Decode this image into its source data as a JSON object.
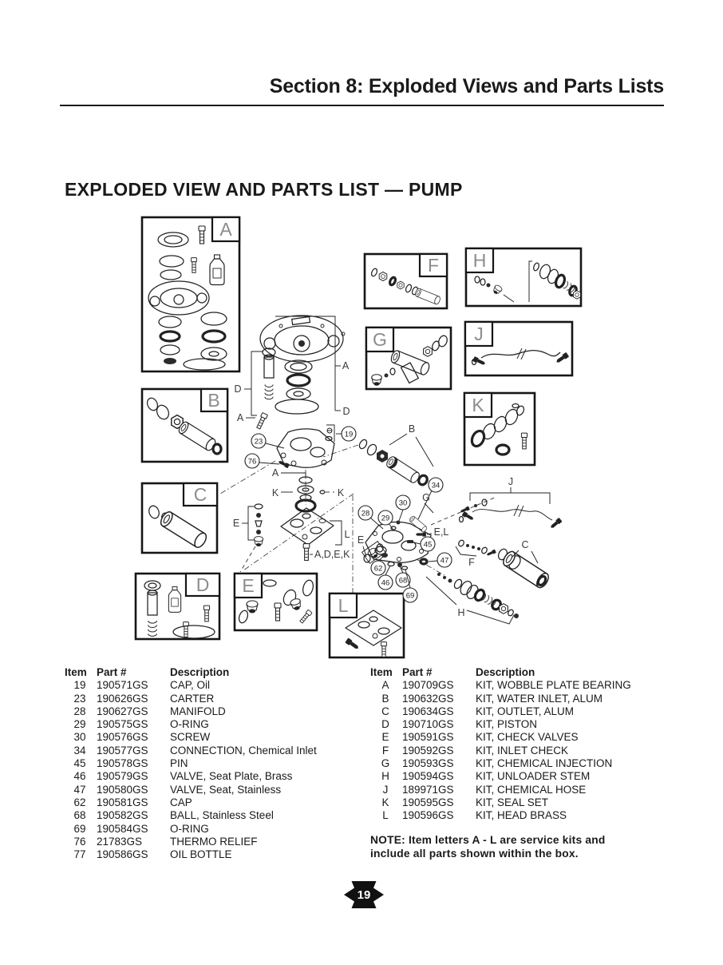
{
  "header": {
    "section_title": "Section 8: Exploded Views and Parts Lists"
  },
  "page_title": "EXPLODED VIEW AND PARTS LIST — PUMP",
  "diagram": {
    "kit_letters": {
      "a": "A",
      "b": "B",
      "c": "C",
      "d": "D",
      "e": "E",
      "f": "F",
      "g": "G",
      "h": "H",
      "j": "J",
      "k": "K",
      "l": "L"
    },
    "callouts": {
      "n19": "19",
      "n23": "23",
      "n28": "28",
      "n29": "29",
      "n30": "30",
      "n34": "34",
      "n45": "45",
      "n46": "46",
      "n47": "47",
      "n62": "62",
      "n68": "68",
      "n69": "69",
      "n76": "76"
    },
    "refs": {
      "a_right": "A",
      "d_right": "D",
      "d_left": "D",
      "a_left": "A",
      "a_mid": "A",
      "k_left": "K",
      "k_right": "K",
      "e_left": "E",
      "e_mid": "E",
      "l_mid": "L",
      "adek": "A,D,E,K",
      "b": "B",
      "g": "G",
      "el": "E,L",
      "f": "F",
      "c": "C",
      "h": "H",
      "j": "J"
    }
  },
  "tables": {
    "left": {
      "headers": {
        "item": "Item",
        "part": "Part #",
        "desc": "Description"
      },
      "rows": [
        [
          "19",
          "190571GS",
          "CAP, Oil"
        ],
        [
          "23",
          "190626GS",
          "CARTER"
        ],
        [
          "28",
          "190627GS",
          "MANIFOLD"
        ],
        [
          "29",
          "190575GS",
          "O-RING"
        ],
        [
          "30",
          "190576GS",
          "SCREW"
        ],
        [
          "34",
          "190577GS",
          "CONNECTION, Chemical Inlet"
        ],
        [
          "45",
          "190578GS",
          "PIN"
        ],
        [
          "46",
          "190579GS",
          "VALVE, Seat Plate, Brass"
        ],
        [
          "47",
          "190580GS",
          "VALVE, Seat, Stainless"
        ],
        [
          "62",
          "190581GS",
          "CAP"
        ],
        [
          "68",
          "190582GS",
          "BALL, Stainless Steel"
        ],
        [
          "69",
          "190584GS",
          "O-RING"
        ],
        [
          "76",
          "21783GS",
          "THERMO RELIEF"
        ],
        [
          "77",
          "190586GS",
          "OIL BOTTLE"
        ]
      ]
    },
    "right": {
      "headers": {
        "item": "Item",
        "part": "Part #",
        "desc": "Description"
      },
      "rows": [
        [
          "A",
          "190709GS",
          "KIT, WOBBLE PLATE BEARING"
        ],
        [
          "B",
          "190632GS",
          "KIT, WATER INLET, ALUM"
        ],
        [
          "C",
          "190634GS",
          "KIT, OUTLET, ALUM"
        ],
        [
          "D",
          "190710GS",
          "KIT, PISTON"
        ],
        [
          "E",
          "190591GS",
          "KIT, CHECK VALVES"
        ],
        [
          "F",
          "190592GS",
          "KIT, INLET CHECK"
        ],
        [
          "G",
          "190593GS",
          "KIT, CHEMICAL INJECTION"
        ],
        [
          "H",
          "190594GS",
          "KIT, UNLOADER STEM"
        ],
        [
          "J",
          "189971GS",
          "KIT, CHEMICAL HOSE"
        ],
        [
          "K",
          "190595GS",
          "KIT, SEAL SET"
        ],
        [
          "L",
          "190596GS",
          "KIT, HEAD BRASS"
        ]
      ]
    }
  },
  "note": {
    "label": "NOTE:",
    "text": "Item letters A - L are service kits and include all parts shown within the box."
  },
  "footer": {
    "page_number": "19"
  }
}
